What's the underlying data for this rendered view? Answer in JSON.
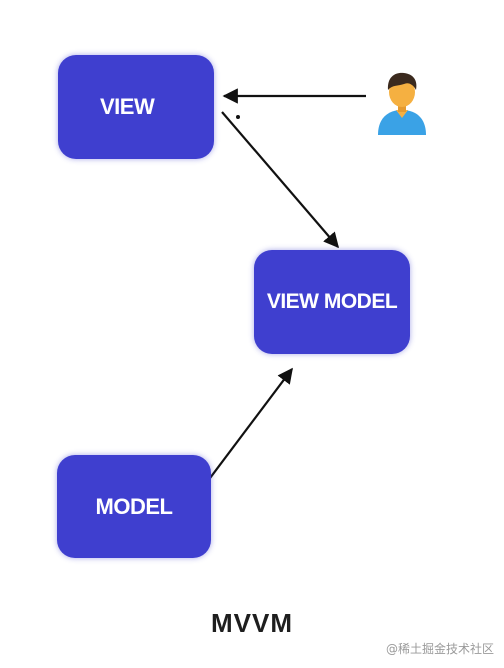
{
  "nodes": {
    "view": "VIEW",
    "view_model": "VIEW MODEL",
    "model": "MODEL"
  },
  "caption": "MVVM",
  "watermark": "@稀土掘金技术社区",
  "icons": {
    "user": "user-avatar-icon"
  },
  "colors": {
    "box_fill": "#3f3fcf",
    "box_text": "#ffffff",
    "arrow": "#111111",
    "user_shirt": "#3aa2e6",
    "user_skin": "#f5b041",
    "user_hair": "#3b2a1e"
  }
}
